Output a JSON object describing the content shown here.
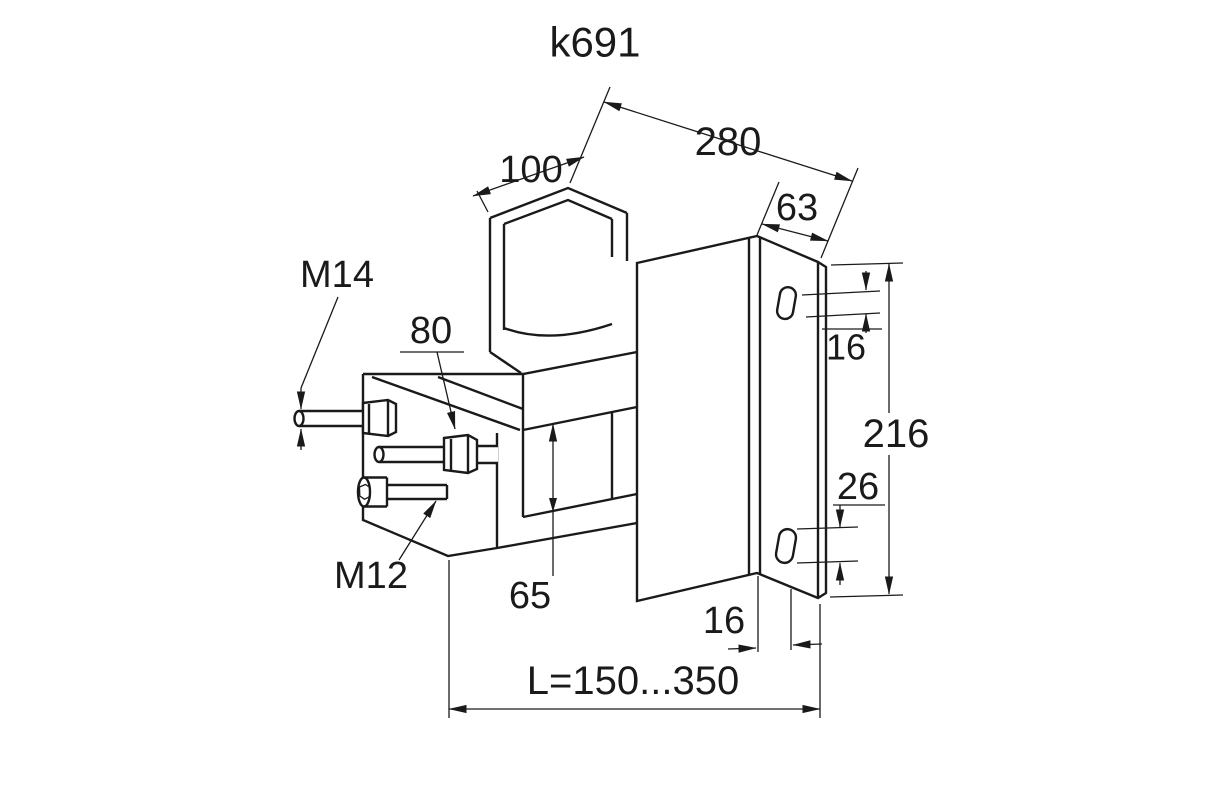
{
  "drawing": {
    "title": "k691",
    "colors": {
      "line": "#1a1a1a",
      "background": "#ffffff"
    },
    "labels": {
      "overall_width": "280",
      "channel_width": "100",
      "flange_width": "63",
      "upper_thread": "M14",
      "stud_length": "80",
      "top_slot_offset": "16",
      "plate_height": "216",
      "bottom_slot_length": "26",
      "lower_thread": "M12",
      "arm_profile_height": "65",
      "bottom_slot_width": "16",
      "length_range": "L=150...350"
    }
  }
}
